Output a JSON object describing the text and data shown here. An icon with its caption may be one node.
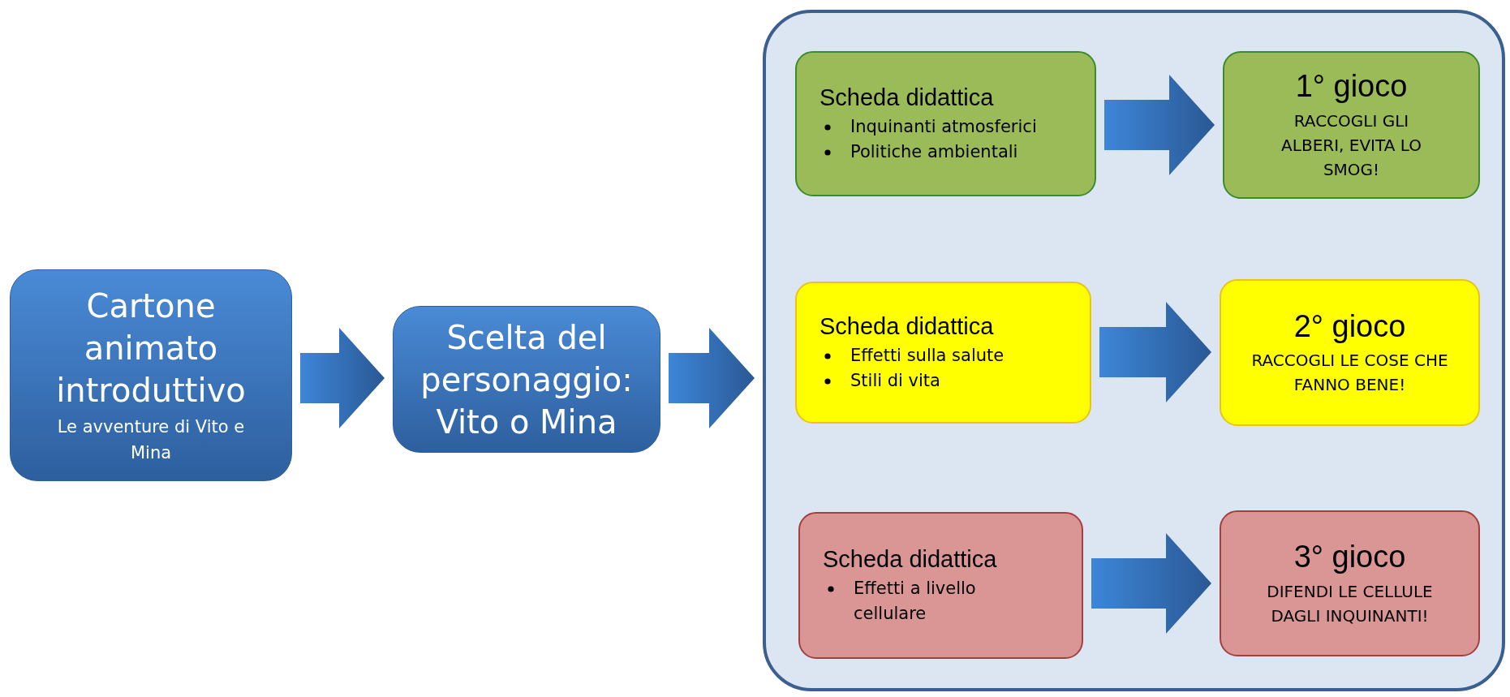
{
  "diagram": {
    "nodes": [
      {
        "text": [
          "Cartone animato introduttivo",
          "Le avventure di Vito e Mina"
        ]
      },
      {
        "text": [
          "Scelta del personaggio: Vito o Mina"
        ]
      },
      {
        "text": [],
        "shape": "box"
      },
      {
        "text": [
          "Scheda didattica",
          "Inquinanti atmosferici",
          "Politiche ambientali"
        ],
        "in": 2
      },
      {
        "text": [
          "1° gioco",
          "RACCOGLI GLI ALBERI, EVITA LO SMOG!"
        ],
        "in": 2
      },
      {
        "text": [
          "Scheda didattica",
          "Effetti sulla salute",
          "Stili di vita"
        ],
        "in": 2
      },
      {
        "text": [
          "2° gioco",
          "RACCOGLI LE COSE CHE FANNO BENE!"
        ],
        "in": 2
      },
      {
        "text": [
          "Scheda didattica",
          "Effetti a livello cellulare"
        ],
        "in": 2
      },
      {
        "text": [
          "3° gioco",
          "DIFENDI LE CELLULE DAGLI INQUINANTI!"
        ],
        "in": 2
      }
    ],
    "edges": [
      {
        "from": 0,
        "to": 1,
        "arrow": "to"
      },
      {
        "from": 1,
        "to": 2,
        "arrow": "to"
      },
      {
        "from": 3,
        "to": 4,
        "arrow": "to"
      },
      {
        "from": 5,
        "to": 6,
        "arrow": "to"
      },
      {
        "from": 7,
        "to": 8,
        "arrow": "to"
      }
    ]
  }
}
